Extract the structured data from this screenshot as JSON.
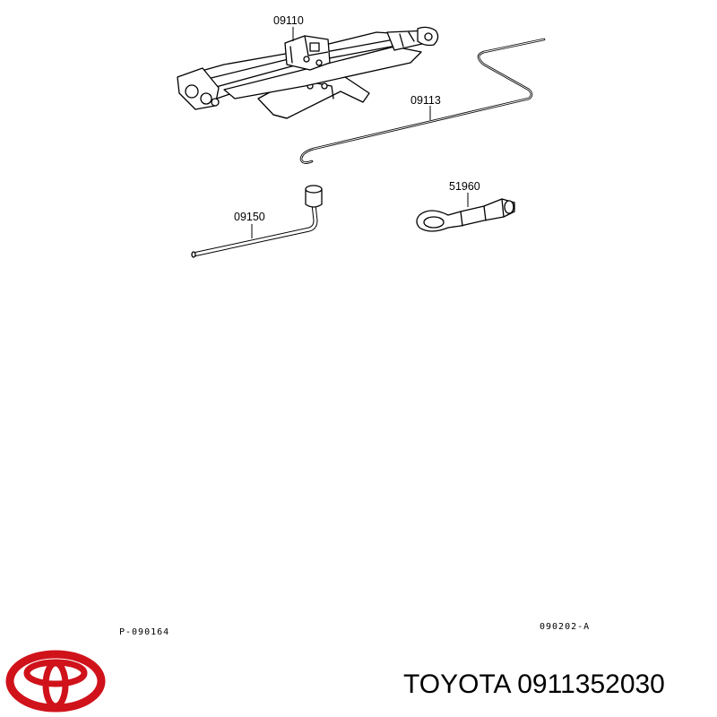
{
  "parts": {
    "jack": "09110",
    "jack_handle": "09113",
    "wheel_wrench": "09150",
    "towing_eye": "51960"
  },
  "footer": {
    "left_code": "P-090164",
    "right_code": "090202-A",
    "brand_text": "TOYOTA 0911352030"
  },
  "colors": {
    "logo": "#d0121b",
    "ink": "#000000"
  },
  "icons": {
    "logo": "toyota-logo-icon"
  }
}
